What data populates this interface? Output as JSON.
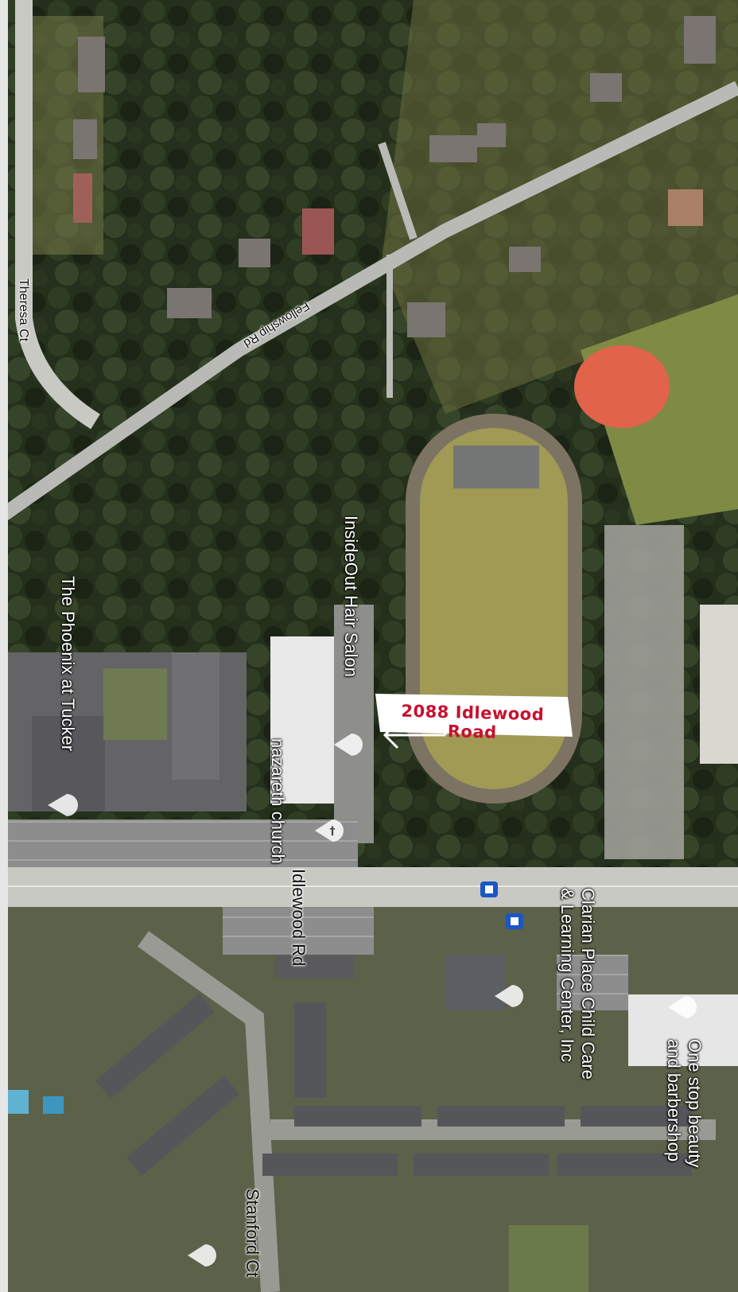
{
  "map": {
    "road_labels": [
      {
        "id": "theresa-ct",
        "text": "Theresa Ct"
      },
      {
        "id": "fellowship-rd",
        "text": "Fellowship Rd"
      },
      {
        "id": "idlewood-rd",
        "text": "Idlewood Rd"
      },
      {
        "id": "stanford-ct",
        "text": "Stanford Ct"
      }
    ],
    "place_labels": [
      {
        "id": "phoenix",
        "text": "The Phoenix at Tucker"
      },
      {
        "id": "insideout",
        "text": "InsideOut Hair Salon"
      },
      {
        "id": "nazareth",
        "text": "nazareth church"
      },
      {
        "id": "clarian-1",
        "text": "Clarian Place Child Care"
      },
      {
        "id": "clarian-2",
        "text": "& Learning Center, Inc"
      },
      {
        "id": "onestop-1",
        "text": "One stop beauty"
      },
      {
        "id": "onestop-2",
        "text": "and barbershop"
      }
    ],
    "callout": {
      "text": "2088 Idlewood Road"
    },
    "colors": {
      "tree_canopy": "#1f2a17",
      "grass": "#8a8a4a",
      "track": "#7d7363",
      "field": "#a09a55",
      "clay": "#e0634a",
      "road": "#c9c9c4",
      "pin": "#ffffff",
      "callout_text": "#c8102e"
    },
    "icons": [
      "location-pin-icon",
      "church-pin-icon",
      "bus-stop-icon"
    ]
  }
}
